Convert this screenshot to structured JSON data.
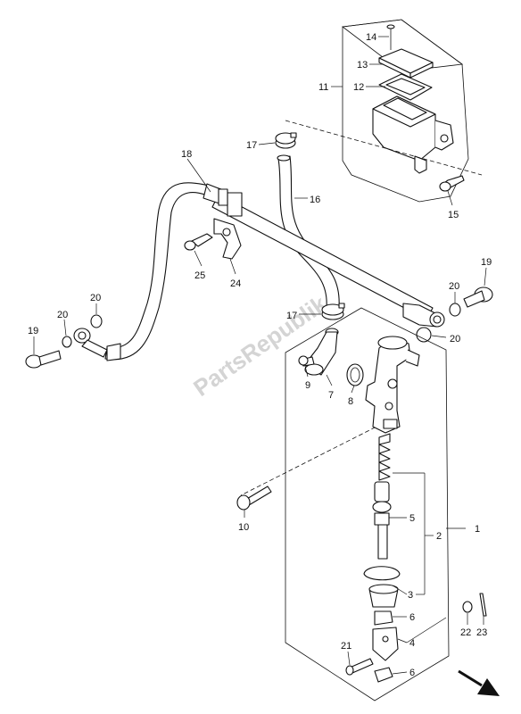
{
  "watermark": "PartsRepublik",
  "callouts": {
    "c1": "1",
    "c2": "2",
    "c3": "3",
    "c4": "4",
    "c5": "5",
    "c6a": "6",
    "c6b": "6",
    "c7": "7",
    "c8": "8",
    "c9": "9",
    "c10": "10",
    "c11": "11",
    "c12": "12",
    "c13": "13",
    "c14": "14",
    "c15": "15",
    "c16": "16",
    "c17a": "17",
    "c17b": "17",
    "c18": "18",
    "c19a": "19",
    "c19b": "19",
    "c20a": "20",
    "c20b": "20",
    "c20c": "20",
    "c20d": "20",
    "c21": "21",
    "c22": "22",
    "c23": "23",
    "c24": "24",
    "c25": "25"
  },
  "icons": {
    "direction": "front-arrow-icon"
  }
}
